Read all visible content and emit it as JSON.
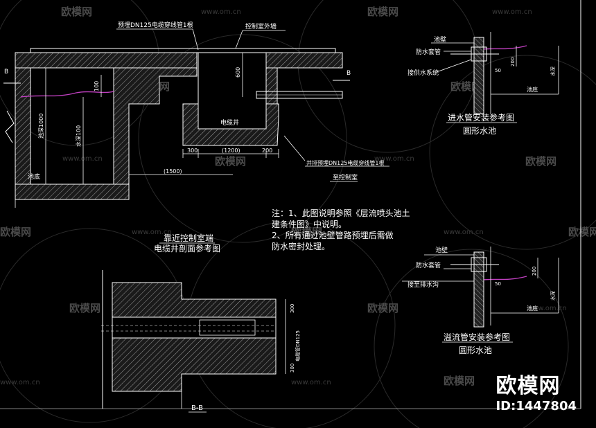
{
  "watermark": {
    "brand": "欧模网",
    "site": "www.om.cn"
  },
  "main_section": {
    "pipe_top_label": "预埋DN125电缆穿线管1根",
    "control_room_label": "控制室外墙",
    "section_mark": "B",
    "depth_left": "池深1000",
    "depth_mid": "水深100",
    "dim_100": "100",
    "pool_bottom": "池底",
    "dim_600": "600",
    "cable_well": "电缆井",
    "dim_300": "300",
    "dim_1200": "(1200)",
    "dim_200": "200",
    "dim_1500": "(1500)",
    "pipe_bottom_label": "并排预埋DN125电缆穿线管1根",
    "control_box": "至控制室",
    "caption_line1": "靠近控制室端",
    "caption_line2": "电缆井剖面参考图"
  },
  "notes": {
    "line1": "注：1、此图说明参照《层流喷头池土",
    "line2": "建条件图》中说明。",
    "line3": "2、所有通过池壁管路预埋后需做",
    "line4": "防水密封处理。"
  },
  "inlet_detail": {
    "pool_wall": "池壁",
    "waterproof_casing": "防水套管",
    "water_supply": "接供水系统",
    "dim_200": "200",
    "dim_50": "50",
    "water_depth": "水深",
    "pool_bottom": "池底",
    "caption": "进水管安装参考图",
    "subcaption": "圆形水池"
  },
  "overflow_detail": {
    "pool_wall": "池壁",
    "waterproof_casing": "防水套管",
    "drain": "接至排水沟",
    "dim_200": "200",
    "dim_50": "50",
    "water_depth": "水深",
    "pool_bottom": "池底",
    "caption": "溢流管安装参考图",
    "subcaption": "圆形水池"
  },
  "bb_section": {
    "dim_top": "300",
    "dim_mid": "电缆管DN125",
    "dim_bottom": "300",
    "caption": "B-B"
  },
  "corner_logo": {
    "brand": "欧模网",
    "id": "ID:1447804"
  }
}
